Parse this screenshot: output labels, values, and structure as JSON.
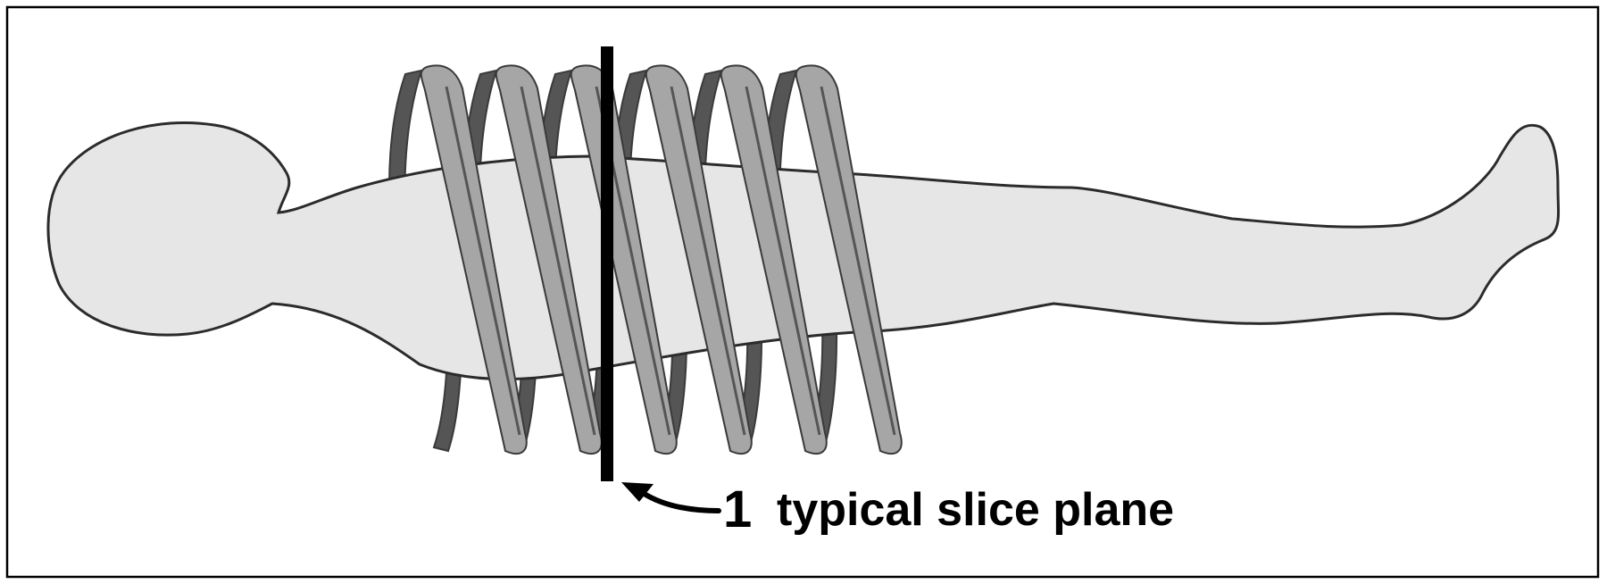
{
  "diagram": {
    "annotation": {
      "number": "1",
      "text": "typical slice plane"
    },
    "colors": {
      "frame": "#000000",
      "body_fill": "#e6e6e6",
      "body_outline": "#2b2b2b",
      "coil_back": "#555555",
      "coil_front": "#a6a6a6",
      "coil_edge": "#3a3a3a",
      "slice_plane": "#000000",
      "arrow": "#000000",
      "background": "#ffffff"
    },
    "icons": {
      "body": "human-body-silhouette",
      "coil": "helical-scan-coil",
      "slice": "slice-plane-line",
      "arrow": "pointer-arrow"
    },
    "coil_loop_count": 6
  }
}
